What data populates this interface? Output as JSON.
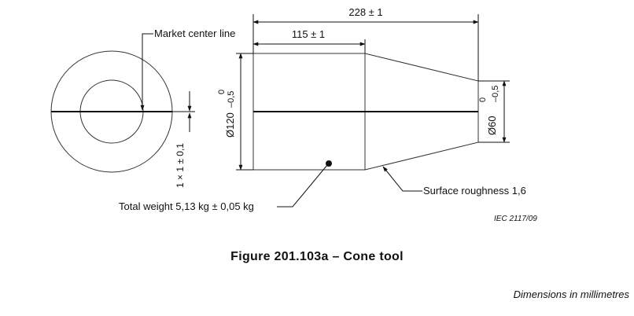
{
  "figure": {
    "caption": "Figure 201.103a – Cone tool",
    "units_note": "Dimensions in millimetres",
    "iec_ref": "IEC 2117/09"
  },
  "labels": {
    "market_center_line": "Market center line",
    "total_weight": "Total weight 5,13 kg ± 0,05 kg",
    "surface_roughness": "Surface roughness 1,6",
    "overall_length": "228 ± 1",
    "cylinder_length": "115 ± 1",
    "large_diameter": "Ø120",
    "large_tol_upper": "0",
    "large_tol_lower": "–0,5",
    "small_diameter": "Ø60",
    "small_tol_upper": "0",
    "small_tol_lower": "–0,5",
    "line_width": "1 × 1 ± 0,1"
  }
}
